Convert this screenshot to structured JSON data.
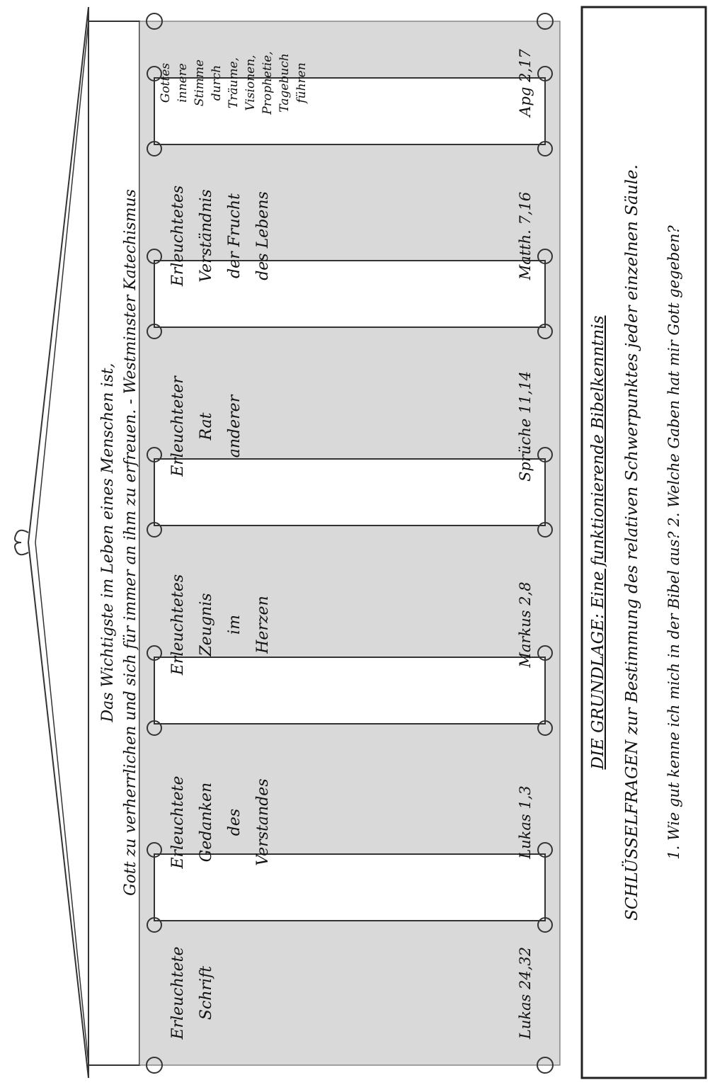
{
  "roof": {
    "line1": "Das Wichtigste im Leben eines Menschen ist,",
    "line2": "Gott zu verherrlichen und sich für immer an ihm zu erfreuen.   - Westminster Katechismus"
  },
  "pillars": [
    {
      "lines": [
        "Erleuchtete",
        "Schrift"
      ],
      "ref": "Lukas 24,32"
    },
    {
      "lines": [
        "Erleuchtete",
        "Gedanken",
        "des",
        "Verstandes"
      ],
      "ref": "Lukas 1,3"
    },
    {
      "lines": [
        "Erleuchtetes",
        "Zeugnis",
        "im",
        "Herzen"
      ],
      "ref": "Markus 2,8"
    },
    {
      "lines": [
        "Erleuchteter",
        "Rat",
        "anderer"
      ],
      "ref": "Sprüche 11,14"
    },
    {
      "lines": [
        "Erleuchtetes",
        "Verständnis",
        "der Frucht",
        "des Lebens"
      ],
      "ref": "Matth. 7,16"
    },
    {
      "lines": [
        "Gottes",
        "innere",
        "Stimme",
        "durch",
        "Träume,",
        "Visionen,",
        "Prophetie,",
        "Tagebuch",
        "führen"
      ],
      "ref": "Apg 2,17"
    }
  ],
  "base": {
    "title": "DIE GRUNDLAGE: Eine funktionierende Bibelkenntnis",
    "subtitle": "SCHLÜSSELFRAGEN zur Bestimmung des relativen Schwerpunktes jeder einzelnen Säule.",
    "questions": "1. Wie gut kenne ich mich in der Bibel aus?    2. Welche Gaben hat mir Gott gegeben?"
  }
}
